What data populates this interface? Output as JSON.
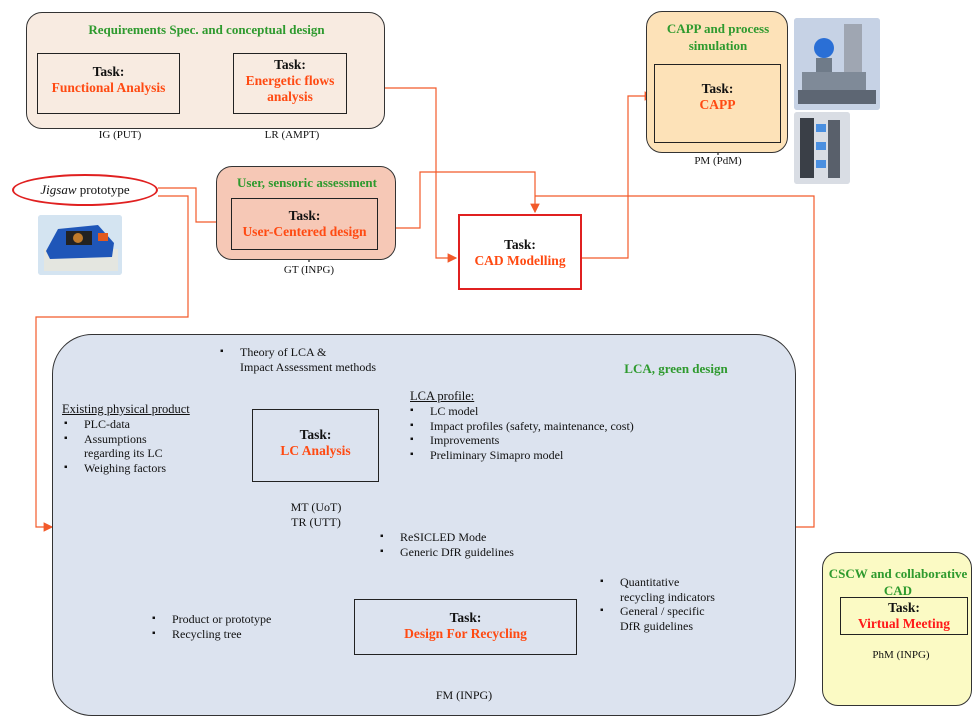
{
  "groups": {
    "req_spec": {
      "title": "Requirements Spec. and conceptual design",
      "tasks": [
        {
          "task_label": "Task:",
          "name": "Functional Analysis",
          "person": "IG (PUT)"
        },
        {
          "task_label": "Task:",
          "name": "Energetic flows analysis",
          "person": "LR (AMPT)"
        }
      ]
    },
    "capp": {
      "title": "CAPP and process simulation",
      "task": {
        "task_label": "Task:",
        "name": "CAPP",
        "person": "PM (PdM)"
      }
    },
    "user": {
      "title": "User, sensoric assessment",
      "task": {
        "task_label": "Task:",
        "name": "User-Centered design",
        "person": "GT (INPG)"
      }
    },
    "cad": {
      "task_label": "Task:",
      "name": "CAD Modelling"
    },
    "prototype": {
      "italic": "Jigsaw",
      "rest": " prototype"
    },
    "lca": {
      "title": "LCA, green design",
      "top_input": [
        "Theory of LCA &",
        "Impact Assessment methods"
      ],
      "existing_title": "Existing physical product",
      "existing_items": [
        "PLC-data",
        "Assumptions regarding its LC",
        "Weighing factors"
      ],
      "analysis": {
        "task_label": "Task:",
        "name": "LC Analysis",
        "persons": [
          "MT (UoT)",
          "TR (UTT)"
        ]
      },
      "profile_title": "LCA profile:",
      "profile_items": [
        "LC model",
        "Impact profiles (safety, maintenance, cost)",
        "Improvements",
        "Preliminary Simapro model"
      ],
      "resicled_items": [
        "ReSICLED Mode",
        "Generic DfR guidelines"
      ],
      "dfr_inputs": [
        "Product or prototype",
        "Recycling tree"
      ],
      "dfr": {
        "task_label": "Task:",
        "name": "Design For Recycling",
        "person": "FM (INPG)"
      },
      "dfr_outputs": [
        "Quantitative recycling indicators",
        "General / specific DfR guidelines"
      ]
    },
    "cscw": {
      "title": "CSCW and collaborative CAD",
      "task": {
        "task_label": "Task:",
        "name": "Virtual Meeting",
        "person": "PhM (INPG)"
      }
    }
  },
  "colors": {
    "accent_orange": "#ff4a12",
    "title_green": "#2e9a2e",
    "connector": "#f25a2a"
  }
}
